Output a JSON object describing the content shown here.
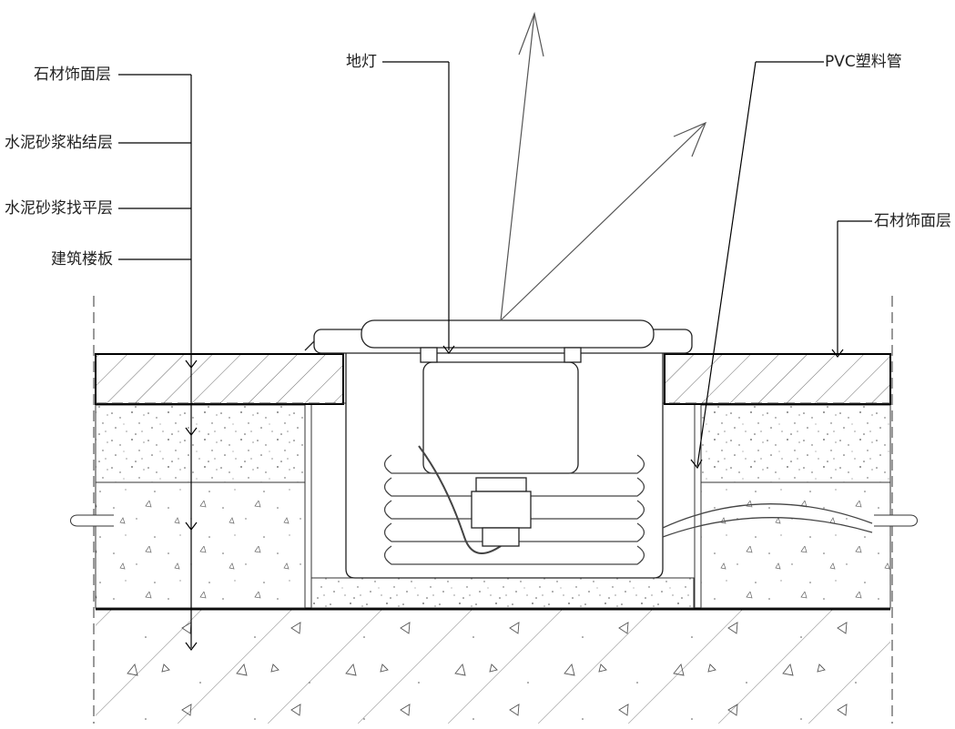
{
  "labels": {
    "left_stone": "石材饰面层",
    "bonding": "水泥砂浆粘结层",
    "leveling": "水泥砂浆找平层",
    "slab": "建筑楼板",
    "lamp": "地灯",
    "pvc": "PVC塑料管",
    "right_stone": "石材饰面层"
  }
}
